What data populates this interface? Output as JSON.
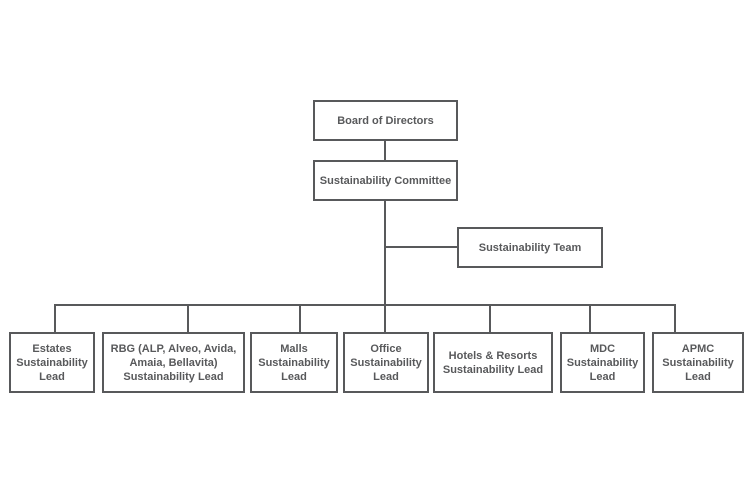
{
  "diagram_type": "org-chart",
  "colors": {
    "line": "#58595b",
    "text": "#58595b",
    "background": "#ffffff"
  },
  "org": {
    "board": {
      "label": "Board of Directors"
    },
    "committee": {
      "label": "Sustainability Committee"
    },
    "team": {
      "label": "Sustainability Team"
    },
    "leads": [
      {
        "label": "Estates\nSustainability\nLead"
      },
      {
        "label": "RBG (ALP, Alveo, Avida,\nAmaia, Bellavita)\nSustainability Lead"
      },
      {
        "label": "Malls\nSustainability\nLead"
      },
      {
        "label": "Office\nSustainability\nLead"
      },
      {
        "label": "Hotels & Resorts\nSustainability Lead"
      },
      {
        "label": "MDC\nSustainability\nLead"
      },
      {
        "label": "APMC\nSustainability\nLead"
      }
    ]
  }
}
